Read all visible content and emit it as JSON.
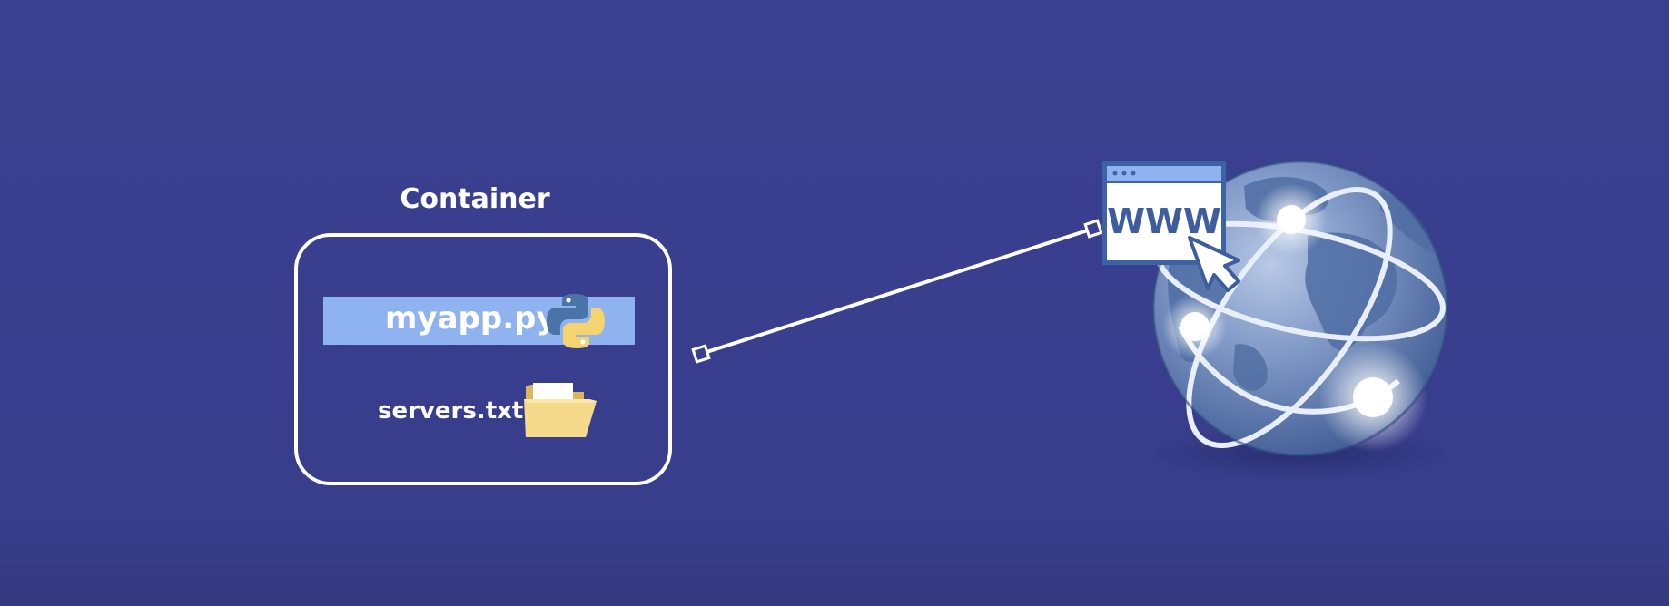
{
  "diagram": {
    "container_title": "Container",
    "files": [
      {
        "name": "myapp.py",
        "icon": "python-icon",
        "highlighted": true
      },
      {
        "name": "servers.txt",
        "icon": "folder-icon",
        "highlighted": false
      }
    ],
    "browser_label": "WWW",
    "connection": {
      "from": "container",
      "to": "internet"
    }
  },
  "colors": {
    "background": "#3a3f8f",
    "highlight": "#8fb3f0",
    "line": "#ffffff",
    "python_blue": "#4a74a8",
    "python_yellow": "#f3d46e",
    "folder": "#f4da8a",
    "globe": "#5f7fb5"
  }
}
